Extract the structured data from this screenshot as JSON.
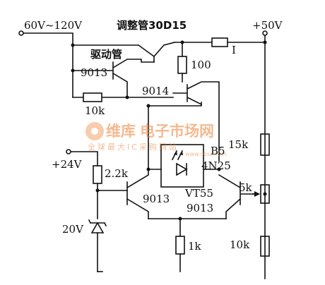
{
  "labels": {
    "input_voltage": "60V~120V",
    "pass_transistor": "调整管30D15",
    "output_voltage": "+50V",
    "driver_label": "驱动管",
    "driver_type": "9013",
    "q_9014": "9014",
    "r_100": "100",
    "r_10k_top": "10k",
    "fuse_label": "I",
    "supply_24v": "+24V",
    "r_2_2k": "2.2k",
    "r_15k": "15k",
    "optocoupler_ref": "B5",
    "optocoupler_type": "4N25",
    "vt55": "VT55",
    "q_left_type": "9013",
    "q_right_type": "9013",
    "pot_5k": "5k",
    "r_10k_bottom": "10k",
    "zener": "20V",
    "r_1k": "1k"
  },
  "watermark": {
    "brand": "维库",
    "title": "电子市场网",
    "subtitle": "全球最大IC采购网站",
    "url": "www.dzsc.com"
  }
}
